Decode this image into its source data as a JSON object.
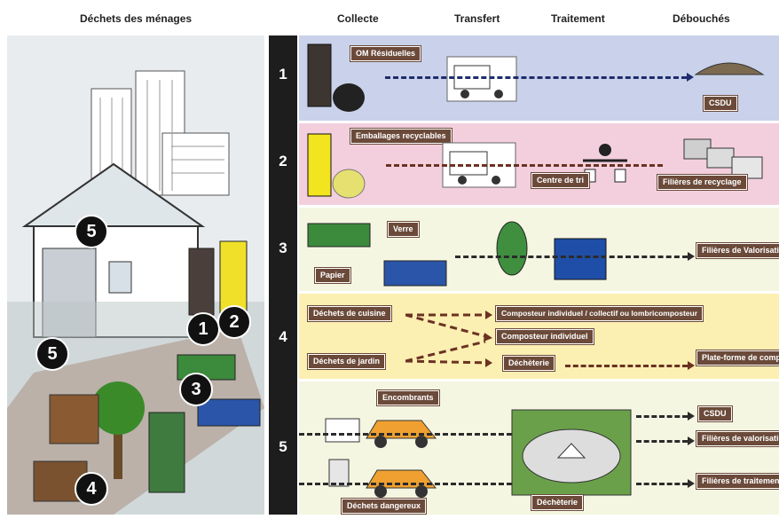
{
  "headers": {
    "menages": "Déchets des ménages",
    "collecte": "Collecte",
    "transfert": "Transfert",
    "traitement": "Traitement",
    "debouches": "Débouchés"
  },
  "rows": [
    {
      "num": "1",
      "color": "#c9d2ea",
      "labels": {
        "collect": "OM Résiduelles",
        "outlet": "CSDU"
      }
    },
    {
      "num": "2",
      "color": "#f3cfdd",
      "labels": {
        "collect": "Emballages recyclables",
        "tri": "Centre de tri",
        "outlet": "Filières de recyclage"
      }
    },
    {
      "num": "3",
      "color": "#f5f6e2",
      "labels": {
        "verre": "Verre",
        "papier": "Papier",
        "outlet": "Filières de Valorisation"
      }
    },
    {
      "num": "4",
      "color": "#fbefb2",
      "labels": {
        "cuisine": "Déchets de cuisine",
        "jardin": "Déchets de jardin",
        "compost1": "Composteur individuel / collectif ou lombricomposteur",
        "compost2": "Composteur individuel",
        "decheterie": "Déchèterie",
        "outlet": "Plate-forme de compostage"
      }
    },
    {
      "num": "5",
      "color": "#f5f6e2",
      "labels": {
        "encombrants": "Encombrants",
        "dangereux": "Déchets dangereux",
        "decheterie": "Déchèterie",
        "csdu": "CSDU",
        "valorisation": "Filières de valorisation",
        "traitement": "Filières de traitement"
      }
    }
  ],
  "house_badges": [
    "5",
    "5",
    "1",
    "2",
    "3",
    "4"
  ]
}
